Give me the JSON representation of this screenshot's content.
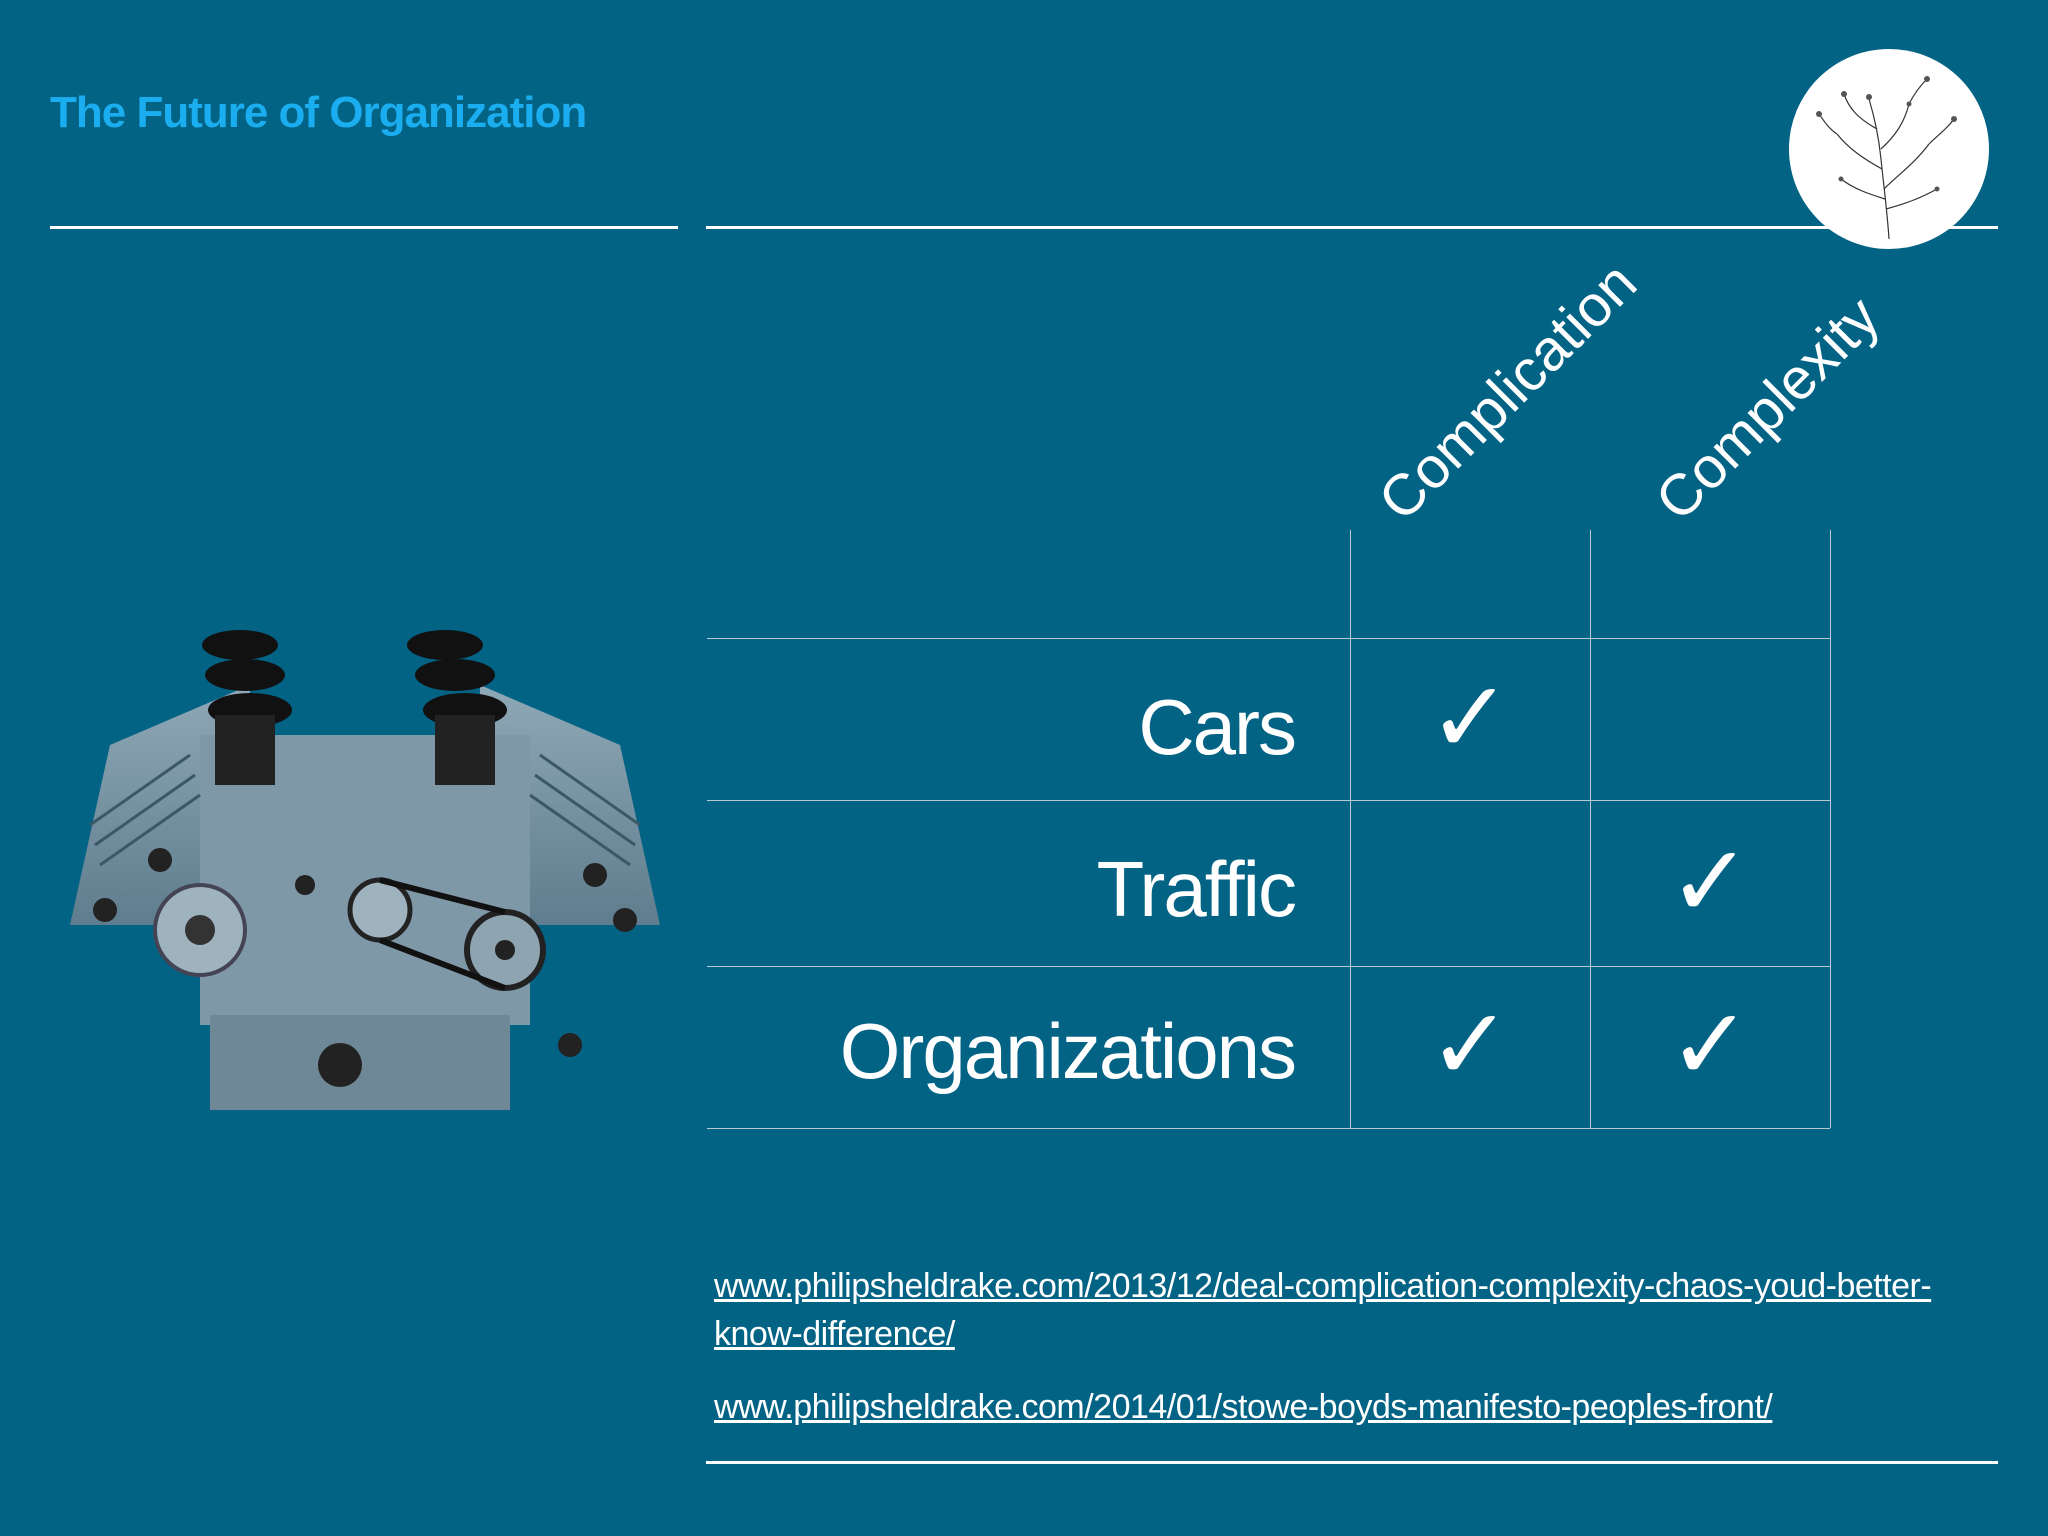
{
  "slide": {
    "title": "The Future of Organization",
    "logo_icon": "plant-sketch-icon",
    "image_icon": "engine-image"
  },
  "table": {
    "columns": [
      {
        "label": "Complication"
      },
      {
        "label": "Complexity"
      }
    ],
    "rows": [
      {
        "label": "Cars",
        "complication": "✓",
        "complexity": ""
      },
      {
        "label": "Traffic",
        "complication": "",
        "complexity": "✓"
      },
      {
        "label": "Organizations",
        "complication": "✓",
        "complexity": "✓"
      }
    ]
  },
  "links": [
    {
      "text": "www.philipsheldrake.com/2013/12/deal-complication-complexity-chaos-youd-better-know-difference/"
    },
    {
      "text": "www.philipsheldrake.com/2014/01/stowe-boyds-manifesto-peoples-front/"
    }
  ],
  "colors": {
    "background": "#036384",
    "title": "#1aaef0",
    "text": "#ffffff"
  }
}
